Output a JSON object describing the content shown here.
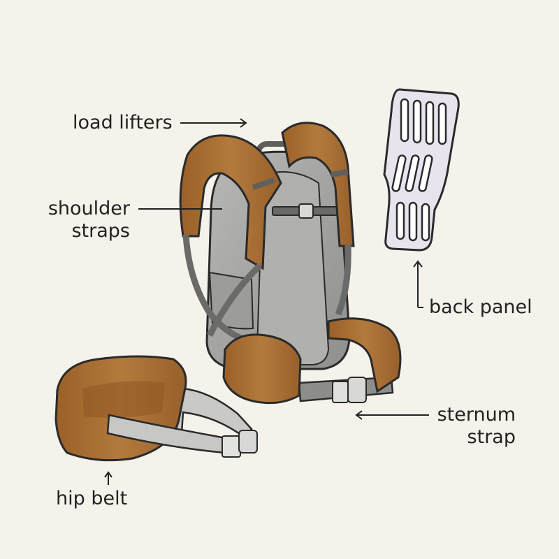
{
  "labels": {
    "load_lifters": "load lifters",
    "shoulder_straps": [
      "shoulder",
      "straps"
    ],
    "back_panel": "back panel",
    "sternum_strap": [
      "sternum",
      "strap"
    ],
    "hip_belt": "hip belt"
  },
  "colors": {
    "background": "#f5f2ec",
    "pack_body": "#a5a5a3",
    "strap_padding": "#a86c33",
    "webbing": "#8d8e8c",
    "back_panel": "#e7e3ec",
    "outline": "#2a2a2a"
  }
}
